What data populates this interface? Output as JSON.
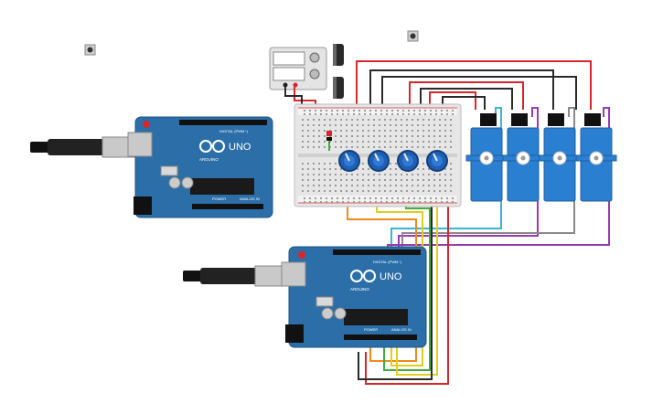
{
  "circuit": {
    "boards": [
      {
        "id": "arduino-1",
        "logo_text": "UNO",
        "brand_text": "ARDUINO",
        "digital_label": "DIGITAL (PWM~)",
        "power_label": "POWER",
        "analog_label": "ANALOG IN"
      },
      {
        "id": "arduino-2",
        "logo_text": "UNO",
        "brand_text": "ARDUINO",
        "digital_label": "DIGITAL (PWM~)",
        "power_label": "POWER",
        "analog_label": "ANALOG IN"
      }
    ],
    "colors": {
      "board": "#2c6fa8",
      "board_dark": "#1e5688",
      "breadboard": "#e6e6e6",
      "pot": "#1f5fb3",
      "servo": "#2b7fd0",
      "wire_red": "#d6282c",
      "wire_black": "#2a2a2a",
      "wire_orange": "#f08a1c",
      "wire_yellow": "#e2cd1e",
      "wire_green": "#3fae3c",
      "wire_purple": "#9b3bb3",
      "wire_cyan": "#3bb5d6",
      "wire_gray": "#8a8a8a"
    }
  }
}
